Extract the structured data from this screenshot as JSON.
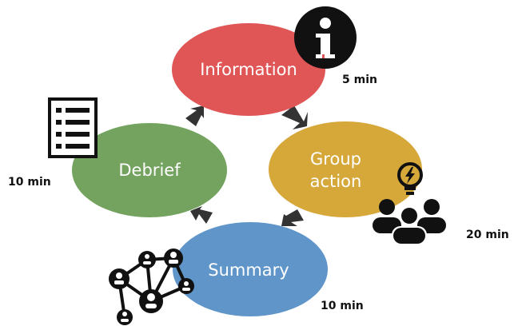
{
  "stages": [
    {
      "id": "information",
      "label_lines": [
        "Information"
      ],
      "duration": "5 min",
      "color": "#e05656"
    },
    {
      "id": "group-action",
      "label_lines": [
        "Group",
        "action"
      ],
      "duration": "20 min",
      "color": "#d6a83a"
    },
    {
      "id": "summary",
      "label_lines": [
        "Summary"
      ],
      "duration": "10 min",
      "color": "#5f95c9"
    },
    {
      "id": "debrief",
      "label_lines": [
        "Debrief"
      ],
      "duration": "10 min",
      "color": "#74a360"
    }
  ],
  "icons": {
    "information": "info-icon",
    "group_action": [
      "lightbulb-icon",
      "people-group-icon"
    ],
    "summary": "network-icon",
    "debrief": "checklist-icon"
  },
  "arrow_color": "#333333"
}
